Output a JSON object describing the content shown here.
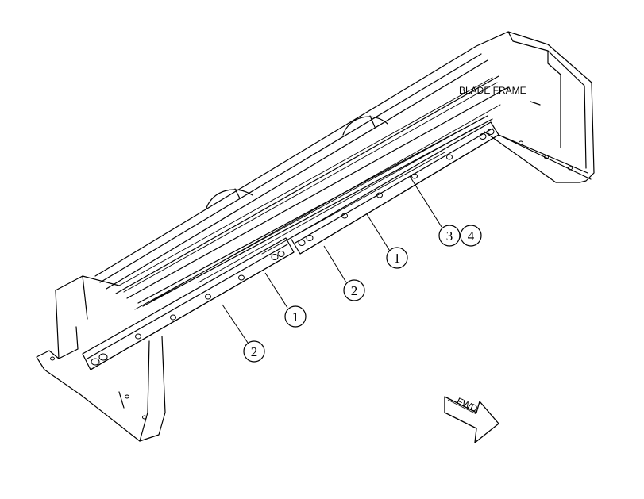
{
  "labels": {
    "blade_frame": "BLADE FRAME",
    "fwd": "FWD"
  },
  "callouts": [
    {
      "id": "callout-1-right",
      "text": "1"
    },
    {
      "id": "callout-2-right",
      "text": "2"
    },
    {
      "id": "callout-3",
      "text": "3"
    },
    {
      "id": "callout-4",
      "text": "4"
    },
    {
      "id": "callout-1-left",
      "text": "1"
    },
    {
      "id": "callout-2-left",
      "text": "2"
    }
  ],
  "colors": {
    "ink": "#000000",
    "paper": "#ffffff"
  }
}
